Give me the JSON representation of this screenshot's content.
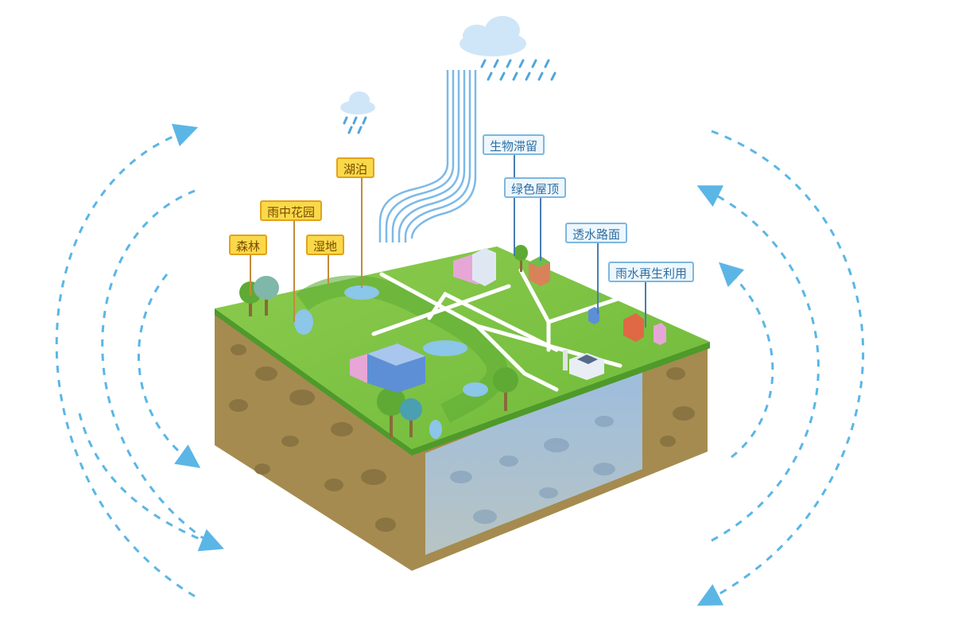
{
  "labels": {
    "forest": "森林",
    "rain_garden": "雨中花园",
    "wetland": "湿地",
    "lake": "湖泊",
    "bio_retention": "生物滞留",
    "green_roof": "绿色屋顶",
    "permeable_paving": "透水路面",
    "rainwater_reuse": "雨水再生利用"
  },
  "colors": {
    "arrow": "#5bb6e6",
    "grass": "#7dc443",
    "soil": "#a58b4f",
    "water": "#8fb2d8",
    "label_yellow": "#f9d94a",
    "label_blue": "#eef7fd"
  },
  "icons": [
    "cloud-icon",
    "rain-icon",
    "tree-icon",
    "building-icon",
    "house-icon",
    "factory-icon"
  ]
}
